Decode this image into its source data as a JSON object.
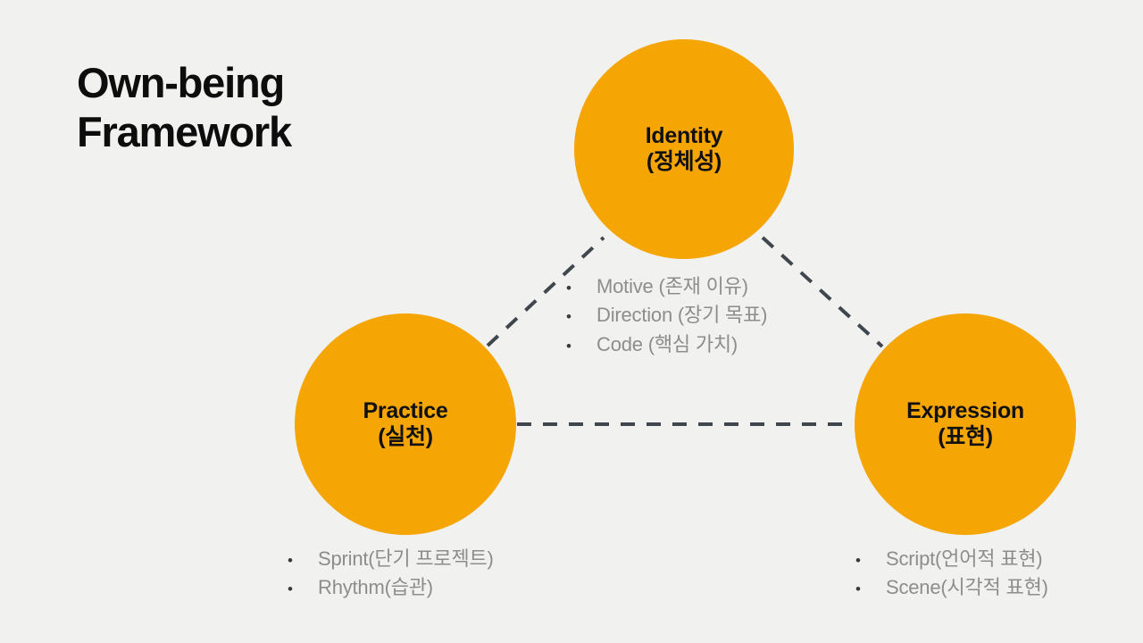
{
  "slide": {
    "background_color": "#f1f1f0",
    "accent_color": "#f5a504",
    "title": "Own-being\nFramework"
  },
  "nodes": [
    {
      "key": "identity",
      "label_en": "Identity",
      "label_ko": "(정체성)",
      "color": "#f5a504"
    },
    {
      "key": "practice",
      "label_en": "Practice",
      "label_ko": "(실천)",
      "color": "#f5a504"
    },
    {
      "key": "expression",
      "label_en": "Expression",
      "label_ko": "(표현)",
      "color": "#f5a504"
    }
  ],
  "bullet_groups": {
    "identity": {
      "marker": "•",
      "items": [
        "Motive (존재 이유)",
        "Direction (장기 목표)",
        "Code (핵심 가치)"
      ]
    },
    "practice": {
      "marker": "•",
      "items": [
        "Sprint(단기 프로젝트)",
        "Rhythm(습관)"
      ]
    },
    "expression": {
      "marker": "•",
      "items": [
        "Script(언어적 표현)",
        "Scene(시각적 표현)"
      ]
    }
  },
  "connectors": {
    "style": "dashed",
    "color": "#3f464d",
    "edges": [
      {
        "from": "practice",
        "to": "identity"
      },
      {
        "from": "identity",
        "to": "expression"
      },
      {
        "from": "practice",
        "to": "expression"
      }
    ]
  }
}
